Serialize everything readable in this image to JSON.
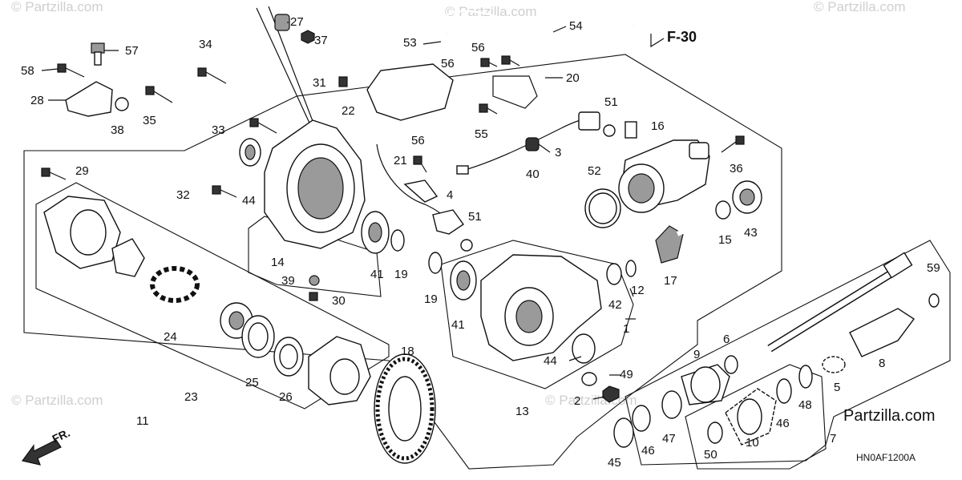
{
  "diagram": {
    "code": "HN0AF1200A",
    "ref_label": "F-30",
    "front_label": "FR.",
    "brand": "Partzilla.com",
    "watermark": "© Partzilla.com",
    "callouts": [
      "27",
      "37",
      "53",
      "54",
      "57",
      "34",
      "58",
      "56",
      "56",
      "20",
      "31",
      "28",
      "38",
      "35",
      "22",
      "51",
      "33",
      "55",
      "16",
      "3",
      "56",
      "29",
      "21",
      "40",
      "52",
      "36",
      "32",
      "44",
      "4",
      "51",
      "14",
      "15",
      "43",
      "41",
      "19",
      "17",
      "39",
      "19",
      "42",
      "12",
      "30",
      "1",
      "41",
      "24",
      "59",
      "6",
      "18",
      "9",
      "8",
      "44",
      "49",
      "23",
      "25",
      "26",
      "2",
      "13",
      "11",
      "5",
      "48",
      "46",
      "47",
      "46",
      "7",
      "10",
      "45",
      "50"
    ]
  }
}
